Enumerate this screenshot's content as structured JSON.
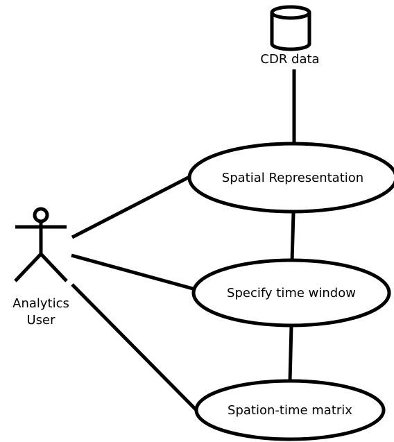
{
  "nodes": {
    "database": {
      "label": "CDR data"
    },
    "actor": {
      "label_line1": "Analytics",
      "label_line2": "User"
    },
    "use_cases": {
      "spatial": "Spatial Representation",
      "time_window": "Specify time window",
      "matrix": "Spation-time matrix"
    }
  },
  "colors": {
    "stroke": "#000000",
    "fill": "#ffffff",
    "background": "#ffffff"
  }
}
